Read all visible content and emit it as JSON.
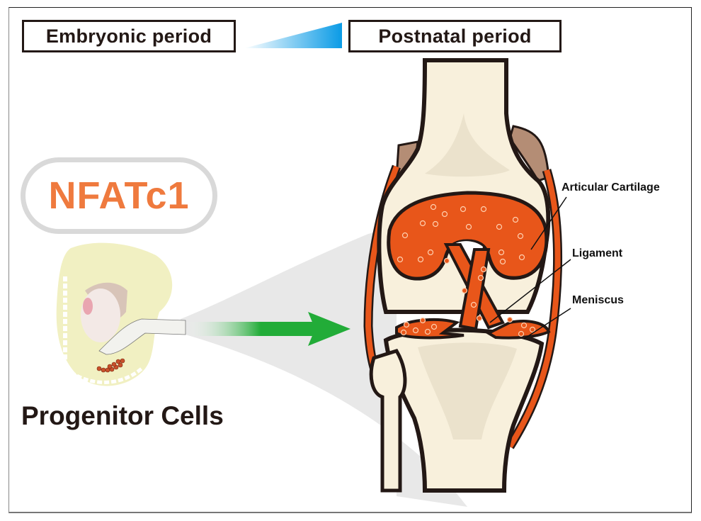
{
  "header": {
    "embryonic_label": "Embryonic period",
    "postnatal_label": "Postnatal period"
  },
  "left_panel": {
    "gene_label": "NFATc1",
    "cells_label": "Progenitor Cells"
  },
  "knee_labels": {
    "articular_cartilage": "Articular Cartilage",
    "ligament": "Ligament",
    "meniscus": "Meniscus"
  },
  "colors": {
    "accent_orange": "#ef7a3e",
    "tissue_orange": "#e8561a",
    "bone": "#f8f0dc",
    "outline": "#231815",
    "arrow_green": "#22ac38",
    "timeline_blue": "#0a9be6",
    "embryo": "#f1f0c2"
  }
}
